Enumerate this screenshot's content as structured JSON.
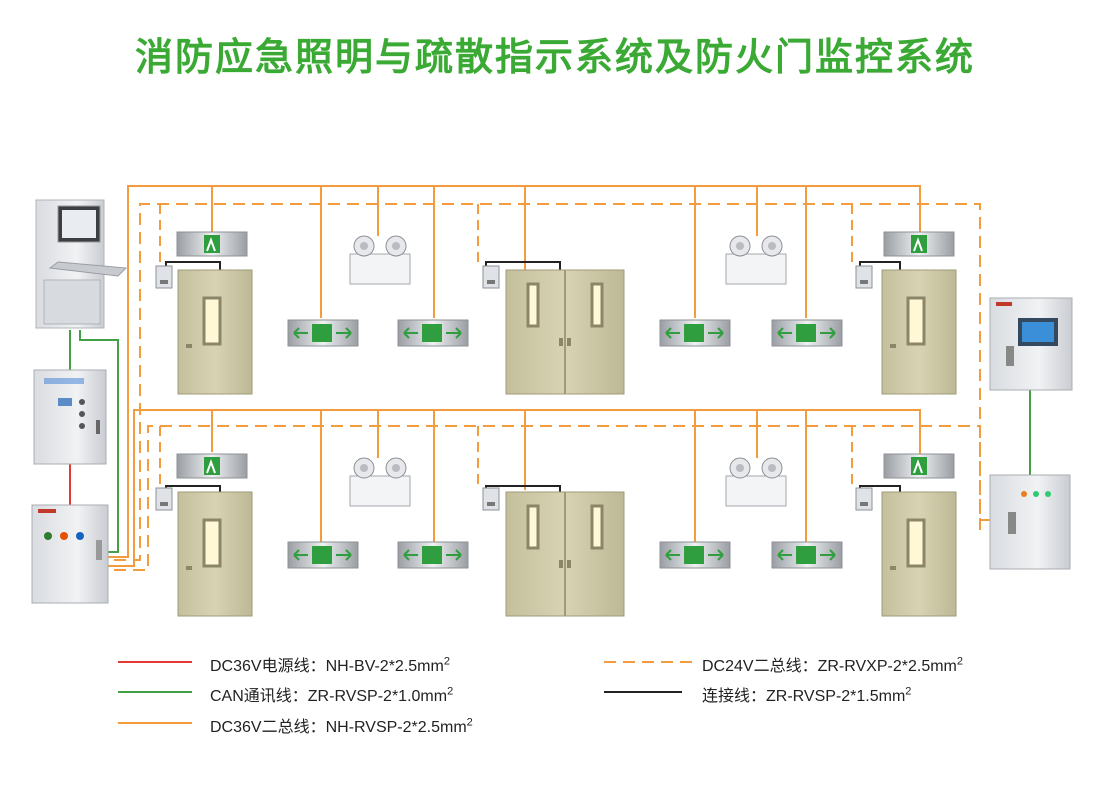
{
  "title": "消防应急照明与疏散指示系统及防火门监控系统",
  "colors": {
    "title": "#3aaa35",
    "dc36v_power": "#e53935",
    "can": "#43a047",
    "dc36v_bus": "#f39c3d",
    "dc24v_bus": "#f39c3d",
    "link": "#222222",
    "door": "#cfc9a6",
    "cabinet": "#e6e8ec"
  },
  "legend": [
    {
      "id": "dc36v-power",
      "text": "DC36V电源线：NH-BV-2*2.5mm",
      "sup": "2",
      "style": "solid",
      "color": "#e53935"
    },
    {
      "id": "can",
      "text": "CAN通讯线：ZR-RVSP-2*1.0mm",
      "sup": "2",
      "style": "solid",
      "color": "#43a047"
    },
    {
      "id": "dc36v-bus",
      "text": "DC36V二总线：NH-RVSP-2*2.5mm",
      "sup": "2",
      "style": "solid",
      "color": "#f39c3d"
    },
    {
      "id": "dc24v-bus",
      "text": "DC24V二总线：ZR-RVXP-2*2.5mm",
      "sup": "2",
      "style": "dashed",
      "color": "#f39c3d"
    },
    {
      "id": "link",
      "text": "连接线：ZR-RVSP-2*1.5mm",
      "sup": "2",
      "style": "solid",
      "color": "#222222"
    }
  ],
  "icons": {
    "exit_sign": "exit-sign-icon",
    "direction_sign": "direction-arrow-sign-icon",
    "emergency_light": "twin-head-emergency-light-icon",
    "door_monitor": "door-monitor-module-icon",
    "single_door": "single-fire-door-icon",
    "double_door": "double-fire-door-icon",
    "host": "monitoring-host-icon",
    "power_cabinet": "power-cabinet-icon",
    "distribution_box": "distribution-box-icon",
    "door_host": "door-monitor-host-icon",
    "door_power": "door-power-supply-icon"
  }
}
